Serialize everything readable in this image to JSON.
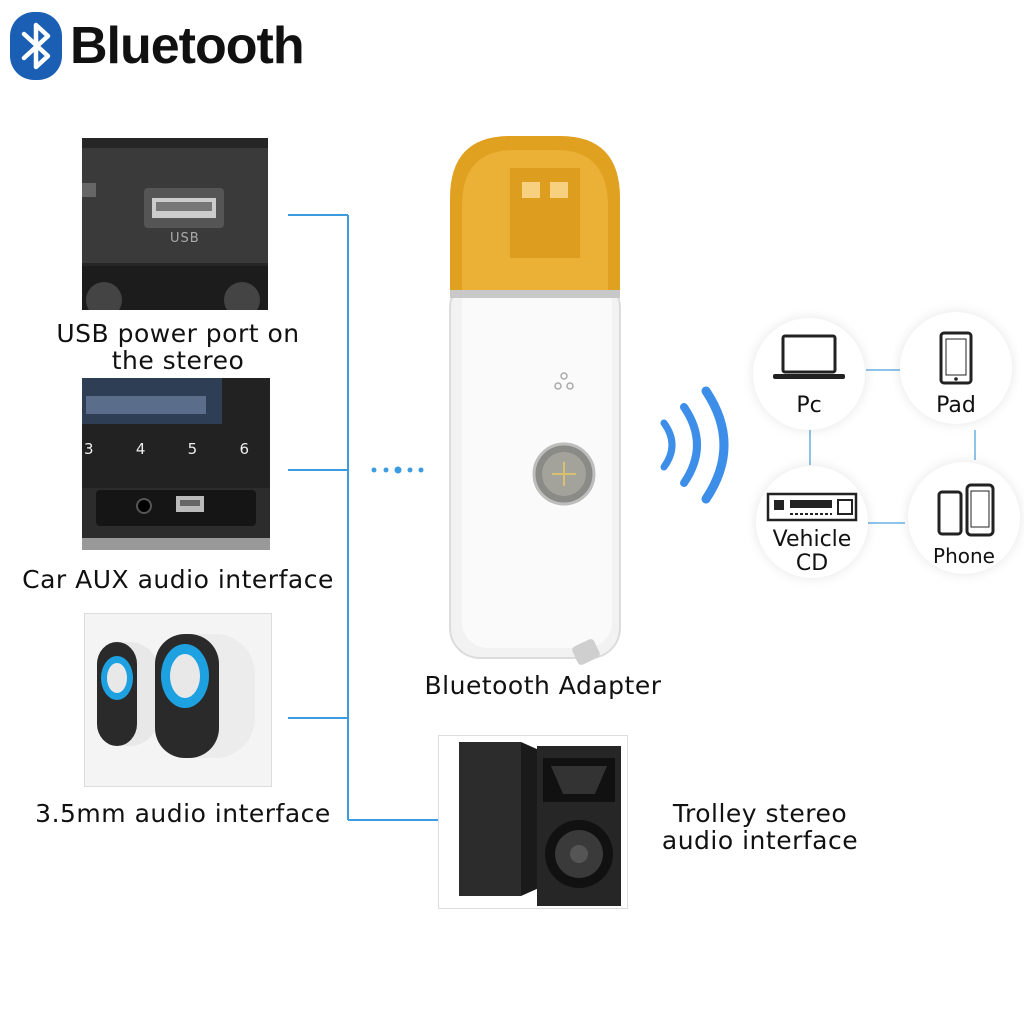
{
  "brand": {
    "title": "Bluetooth",
    "icon": "bluetooth-icon",
    "color": "#1a5fb4"
  },
  "sources": [
    {
      "label_line1": "USB power port on",
      "label_line2": "the stereo",
      "photo_text": "USB"
    },
    {
      "label": "Car AUX audio interface",
      "buttons": [
        "3",
        "4",
        "5",
        "6"
      ]
    },
    {
      "label": "3.5mm audio interface"
    },
    {
      "label_line1": "Trolley stereo",
      "label_line2": "audio interface"
    }
  ],
  "adapter": {
    "label": "Bluetooth Adapter"
  },
  "devices": [
    {
      "label": "Pc",
      "icon": "laptop-icon"
    },
    {
      "label": "Pad",
      "icon": "tablet-icon"
    },
    {
      "label_line1": "Vehicle",
      "label_line2": "CD",
      "icon": "car-stereo-icon"
    },
    {
      "label": "Phone",
      "icon": "phones-icon"
    }
  ],
  "colors": {
    "connector": "#3d9be0",
    "waves": "#3d8ee8",
    "cap": "#e0a020"
  }
}
